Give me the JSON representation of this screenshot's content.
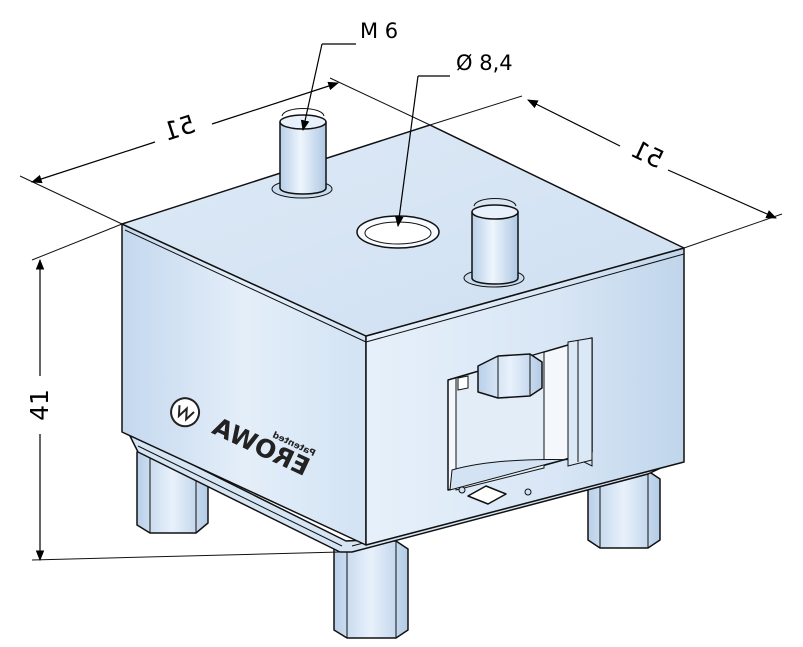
{
  "drawing": {
    "colors": {
      "body_light": "#e9f2fb",
      "body_mid": "#d5e5f5",
      "body_dark": "#bcd2ea",
      "outline": "#111111",
      "background": "#ffffff"
    },
    "dimensions": {
      "width_left": "51",
      "width_right": "51",
      "height": "41"
    },
    "callouts": {
      "thread": "M 6",
      "bore": "Ø 8,4"
    },
    "logo": {
      "brand": "EROWA",
      "sub": "Patented"
    }
  }
}
